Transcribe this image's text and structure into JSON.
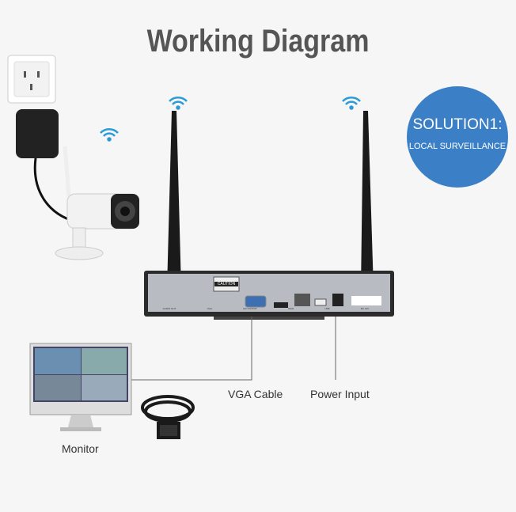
{
  "title": "Working Diagram",
  "solution": {
    "heading": "SOLUTION1:",
    "subtitle": "LOCAL SURVEILLANCE",
    "color": "#3b80c6"
  },
  "nvr": {
    "caution": "CAUTION",
    "ports": [
      "AUDIO OUT",
      "VGA",
      "HD OUTPUT",
      "WAN",
      "USB",
      "DC 12V"
    ]
  },
  "labels": {
    "vga_cable": "VGA Cable",
    "power_input": "Power Input",
    "monitor": "Monitor"
  }
}
